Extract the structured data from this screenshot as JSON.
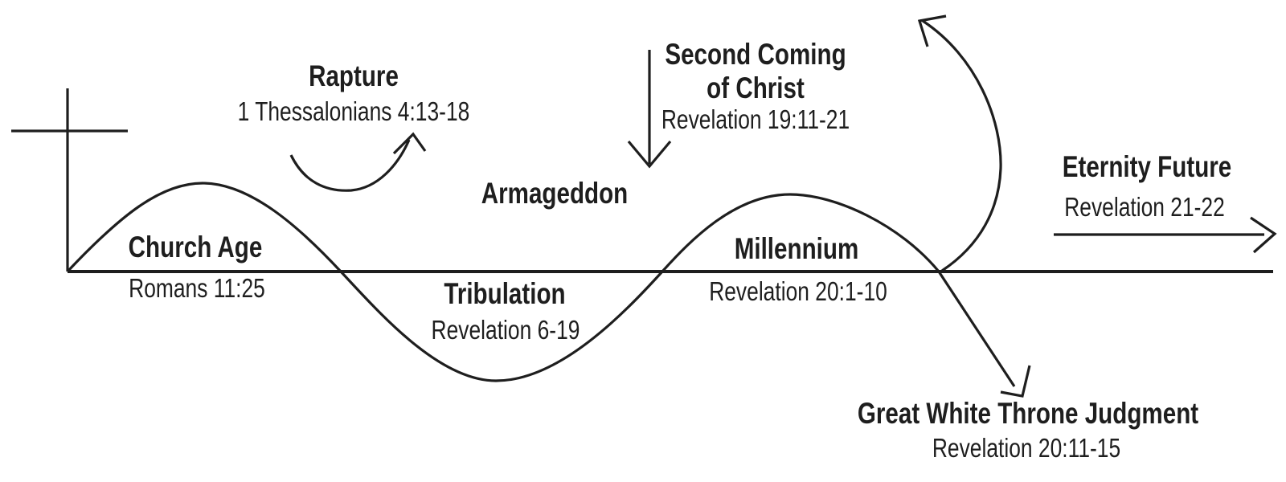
{
  "colors": {
    "ink": "#1e1e1e",
    "background": "#ffffff"
  },
  "labels": {
    "church_age": {
      "title": "Church Age",
      "reference": "Romans 11:25"
    },
    "rapture": {
      "title": "Rapture",
      "reference": "1 Thessalonians 4:13-18"
    },
    "tribulation": {
      "title": "Tribulation",
      "reference": "Revelation 6-19"
    },
    "armageddon": {
      "title": "Armageddon"
    },
    "second_coming": {
      "title_line1": "Second Coming",
      "title_line2": "of Christ",
      "reference": "Revelation 19:11-21"
    },
    "millennium": {
      "title": "Millennium",
      "reference": "Revelation 20:1-10"
    },
    "great_white_throne_judgment": {
      "title": "Great White Throne Judgment",
      "reference": "Revelation 20:11-15"
    },
    "eternity_future": {
      "title": "Eternity Future",
      "reference": "Revelation 21-22"
    }
  },
  "graphics": {
    "cross": "latin-cross",
    "baseline": "timeline-baseline",
    "wave": "history-wave-curve",
    "arrows": [
      "rapture-up-arrow",
      "second-coming-down-arrow",
      "eternity-up-curved-arrow",
      "judgment-down-arrow",
      "eternity-forward-arrow"
    ]
  }
}
